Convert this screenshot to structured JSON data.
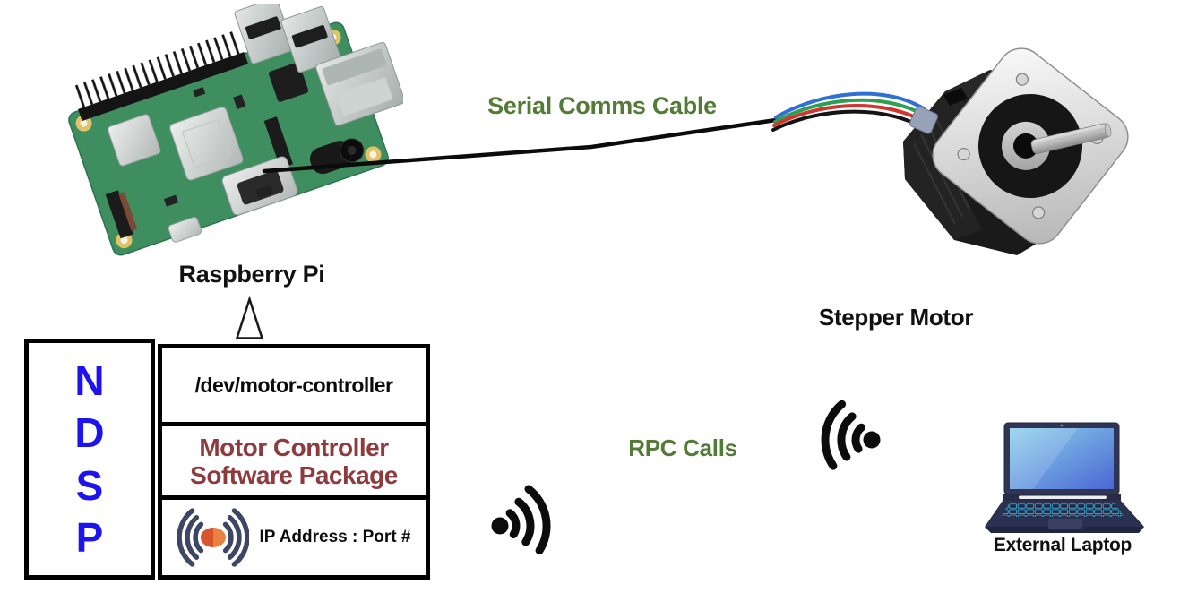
{
  "labels": {
    "raspberry_pi": "Raspberry Pi",
    "stepper_motor": "Stepper Motor",
    "external_laptop": "External Laptop",
    "serial_comms_cable": "Serial Comms Cable",
    "rpc_calls": "RPC Calls"
  },
  "ndsp": {
    "letters": [
      "N",
      "D",
      "S",
      "P"
    ],
    "device_path": "/dev/motor-controller",
    "package_line1": "Motor Controller",
    "package_line2": "Software Package",
    "ip_port": "IP Address : Port #"
  },
  "icons": {
    "broadcast": "broadcast-icon",
    "wifi_toward_laptop": "wifi-signal-right-icon",
    "wifi_toward_pi": "wifi-signal-left-icon",
    "connector": "up-triangle-connector"
  },
  "colors": {
    "label_green": "#527B35",
    "package_maroon": "#8E3B3D",
    "ndsp_blue": "#1C13EE",
    "cable_black": "#0b0b0b",
    "broadcast_navy": "#3D4663",
    "broadcast_orange": "#E8833F",
    "broadcast_orange_dark": "#D9532F",
    "pcb_green": "#3E8E60",
    "laptop_navy": "#2B3150",
    "laptop_screen_blue": "#4A67D4"
  }
}
